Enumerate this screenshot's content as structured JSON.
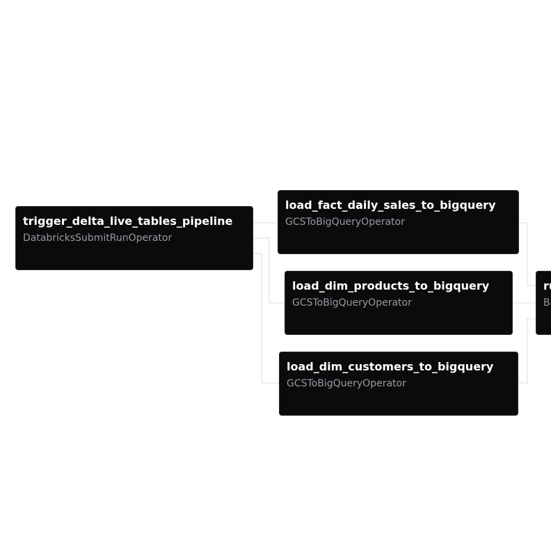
{
  "colors": {
    "background": "#ffffff",
    "node_fill": "#0b0b0d",
    "node_title": "#ffffff",
    "node_operator": "#9a9aa0",
    "edge": "#e2e2e2"
  },
  "graph": {
    "nodes": [
      {
        "id": "trigger",
        "title": "trigger_delta_live_tables_pipeline",
        "operator": "DatabricksSubmitRunOperator"
      },
      {
        "id": "fact_sales",
        "title": "load_fact_daily_sales_to_bigquery",
        "operator": "GCSToBigQueryOperator"
      },
      {
        "id": "dim_products",
        "title": "load_dim_products_to_bigquery",
        "operator": "GCSToBigQueryOperator"
      },
      {
        "id": "dim_customers",
        "title": "load_dim_customers_to_bigquery",
        "operator": "GCSToBigQueryOperator"
      },
      {
        "id": "next_task",
        "title": "ru",
        "operator": "Ba"
      }
    ],
    "edges": [
      {
        "from": "trigger",
        "to": "fact_sales"
      },
      {
        "from": "trigger",
        "to": "dim_products"
      },
      {
        "from": "trigger",
        "to": "dim_customers"
      },
      {
        "from": "fact_sales",
        "to": "next_task"
      },
      {
        "from": "dim_products",
        "to": "next_task"
      },
      {
        "from": "dim_customers",
        "to": "next_task"
      }
    ]
  }
}
